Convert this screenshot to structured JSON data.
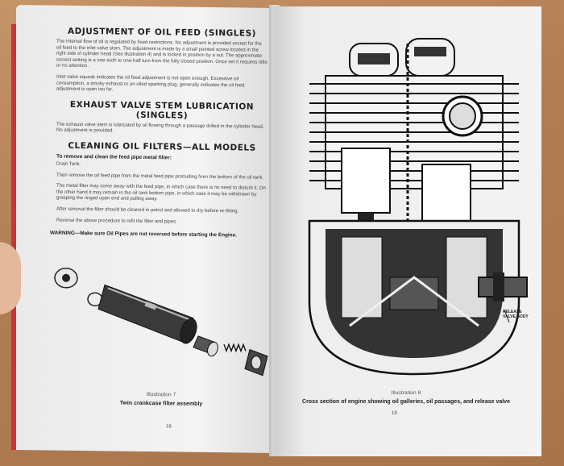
{
  "left_page": {
    "heading1": "ADJUSTMENT OF OIL FEED (SINGLES)",
    "para1": "The internal flow of oil is regulated by fixed restrictions. No adjustment is provided except for the oil feed to the inlet valve stem. The adjustment is made by a small pointed screw located in the right side of cylinder head (See illustration 4) and is locked in position by a nut. The approximate correct setting is a one-sixth to one-half turn from the fully closed position. Once set it requires little or no attention.",
    "para2": "Inlet valve squeak indicates the oil feed adjustment is not open enough. Excessive oil consumption, a smoky exhaust or an oiled sparking plug, generally indicates the oil feed adjustment is open too far.",
    "heading2": "EXHAUST VALVE STEM LUBRICATION (SINGLES)",
    "para3": "The exhaust valve stem is lubricated by oil flowing through a passage drilled in the cylinder head. No adjustment is provided.",
    "heading3": "CLEANING OIL FILTERS—ALL MODELS",
    "subheading": "To remove and clean the feed pipe metal filter:",
    "para4": "Drain Tank.",
    "para5": "Then remove the oil feed pipe from the metal feed pipe protruding from the bottom of the oil tank.",
    "para6": "The metal filter may come away with the feed pipe, in which case there is no need to disturb it. On the other hand it may remain in the oil tank bottom pipe, in which case it may be withdrawn by grasping the ringed open end and pulling away.",
    "para7": "After removal the filter should be cleaned in petrol and allowed to dry before re-fitting.",
    "para8": "Reverse the above procedure to refit the filter and pipes.",
    "warning": "WARNING—Make sure Oil Pipes are not reversed before starting the Engine.",
    "illustration_label": "Illustration 7",
    "caption": "Twin crankcase filter assembly",
    "page_number": "18"
  },
  "right_page": {
    "illustration_label": "Illustration 8",
    "caption": "Cross section of engine showing oil galleries, oil passages, and release valve",
    "callout": "RELEASE VALVE BODY",
    "page_number": "19"
  }
}
